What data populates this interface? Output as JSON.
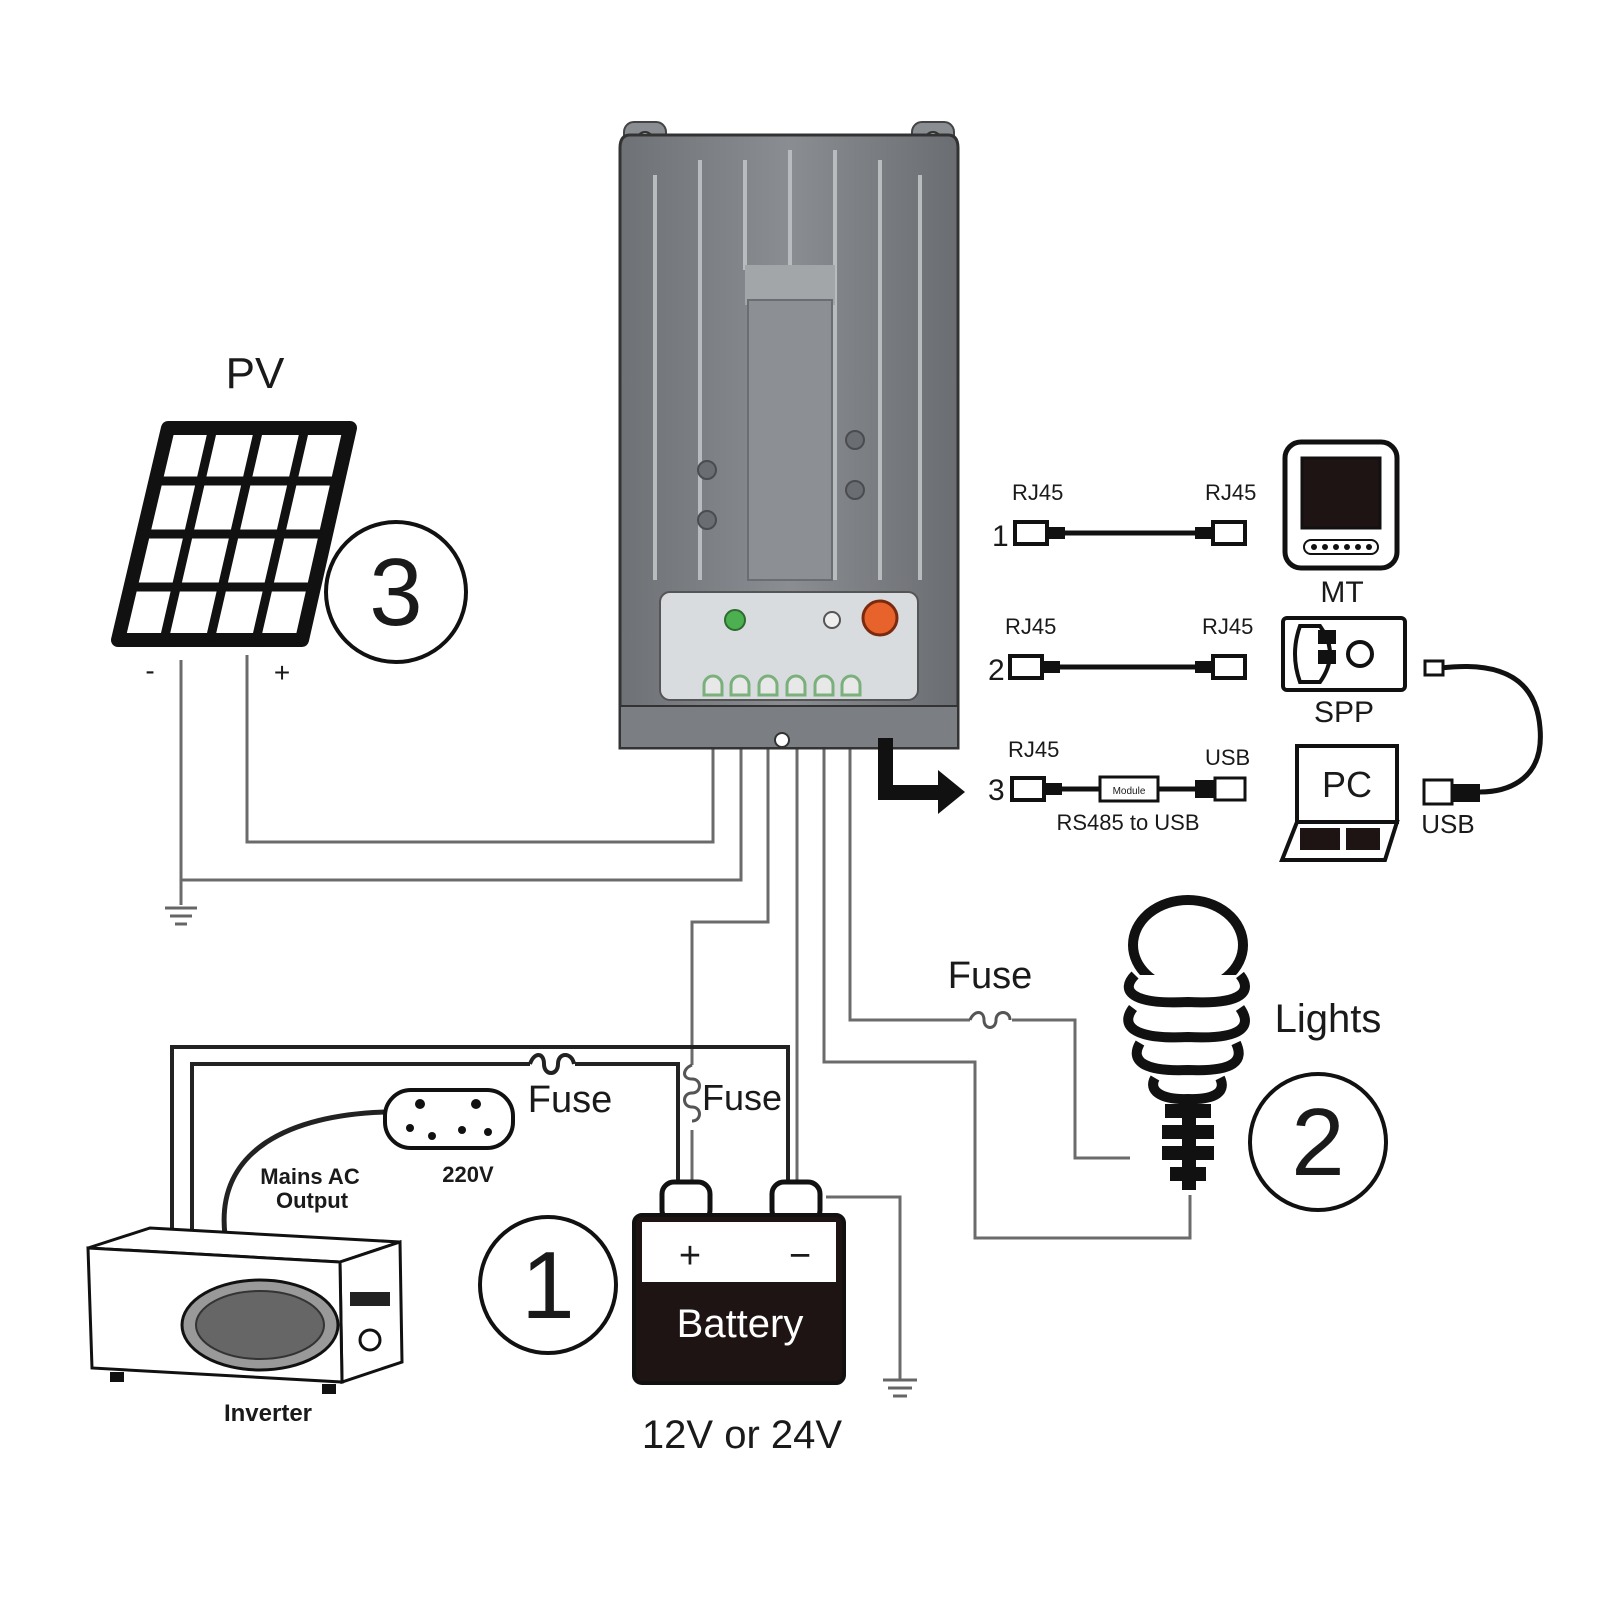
{
  "labels": {
    "pv": "PV",
    "pv_minus": "-",
    "pv_plus": "+",
    "step_pv": "3",
    "step_battery": "1",
    "step_lights": "2",
    "battery": "Battery",
    "battery_plus": "+",
    "battery_minus": "−",
    "battery_voltage": "12V or 24V",
    "fuse_load": "Fuse",
    "fuse_inverter": "Fuse",
    "fuse_battery": "Fuse",
    "lights": "Lights",
    "inverter": "Inverter",
    "mains_ac": "Mains AC",
    "mains_output": "Output",
    "socket_voltage": "220V",
    "mt": "MT",
    "spp": "SPP",
    "pc": "PC",
    "usb_pc": "USB"
  },
  "comm_links": [
    {
      "num": "1",
      "left": "RJ45",
      "right": "RJ45"
    },
    {
      "num": "2",
      "left": "RJ45",
      "right": "RJ45"
    },
    {
      "num": "3",
      "left": "RJ45",
      "right": "USB",
      "module": "Module",
      "caption": "RS485 to USB"
    }
  ],
  "colors": {
    "controller": "#7d8084",
    "led_charge": "#4caf50",
    "button": "#e8622c",
    "battery_body": "#1e1414",
    "wire": "#6b6b6b"
  }
}
